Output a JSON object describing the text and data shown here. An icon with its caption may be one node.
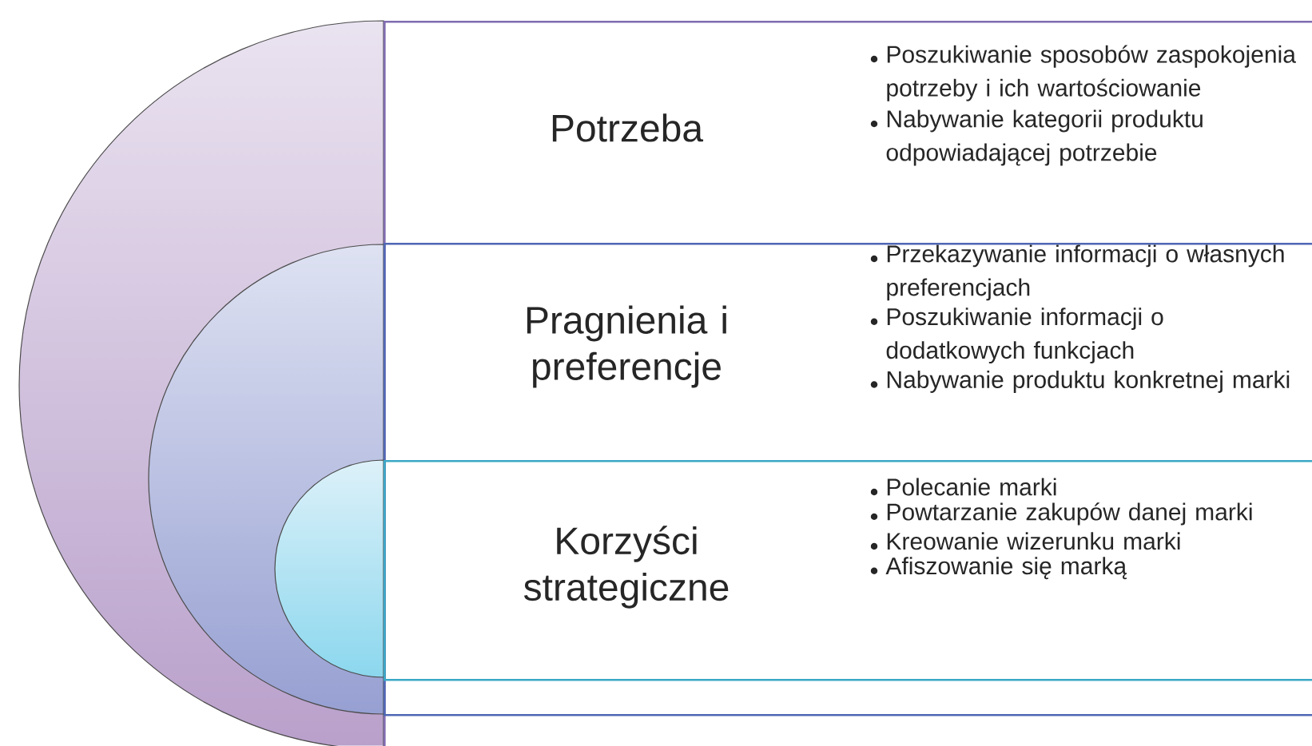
{
  "diagram": {
    "nodes": [
      {
        "text": [
          "Potrzeba",
          "Poszukiwanie sposobów zaspokojenia potrzeby i ich wartościowanie",
          "Nabywanie kategorii produktu odpowiadającej potrzebie"
        ]
      },
      {
        "text": [
          "Pragnienia i preferencje",
          "Przekazywanie informacji o własnych preferencjach",
          "Poszukiwanie informacji o dodatkowych funkcjach",
          "Nabywanie produktu konkretnej marki"
        ],
        "in": 0
      },
      {
        "text": [
          "Korzyści strategiczne",
          "Polecanie marki",
          "Powtarzanie zakupów danej marki",
          "Kreowanie wizerunku marki",
          "Afiszowanie się marką"
        ],
        "in": 1
      }
    ]
  }
}
